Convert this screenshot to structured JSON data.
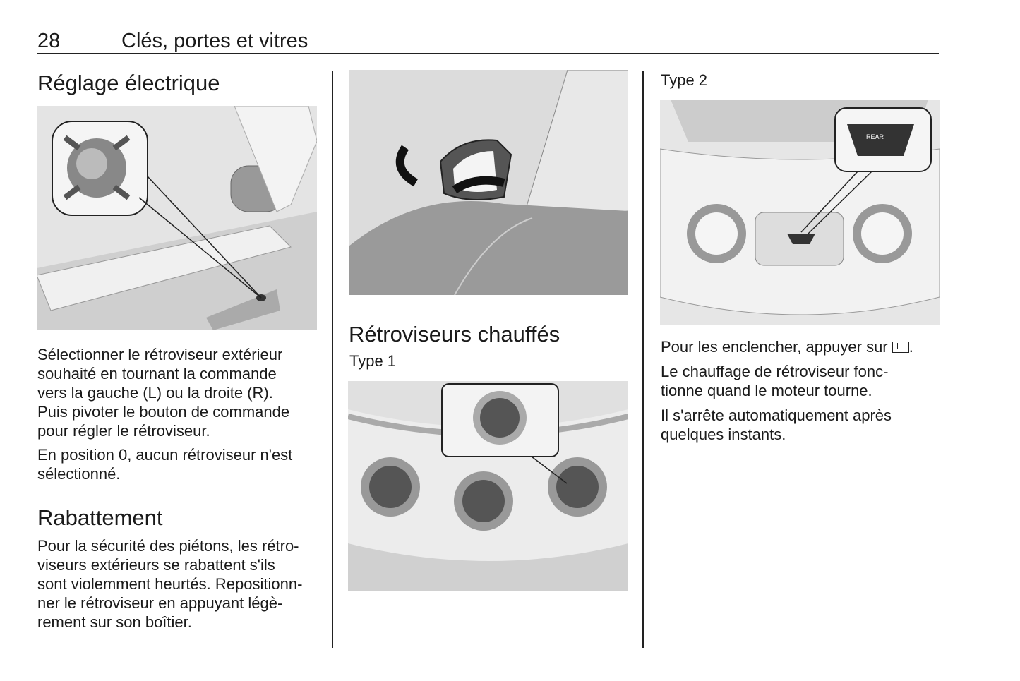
{
  "header": {
    "page_number": "28",
    "chapter_title": "Clés, portes et vitres"
  },
  "col1": {
    "heading1": "Réglage électrique",
    "para1": [
      "Sélectionner le rétroviseur extérieur",
      "souhaité en tournant la commande",
      "vers la gauche (L) ou la droite (R).",
      "Puis pivoter le bouton de commande",
      "pour régler le rétroviseur."
    ],
    "para2": [
      "En position 0, aucun rétroviseur n'est",
      "sélectionné."
    ],
    "heading2": "Rabattement",
    "para3": [
      "Pour la sécurité des piétons, les rétro-",
      "viseurs extérieurs se rabattent s'ils",
      "sont violemment heurtés. Repositionn-",
      "ner le rétroviseur en appuyant légè-",
      "rement sur son boîtier."
    ]
  },
  "col2": {
    "heading": "Rétroviseurs chauffés",
    "type1": "Type 1"
  },
  "col3": {
    "type2": "Type 2",
    "para1": [
      "Pour les enclencher, appuyer sur ࿰"
    ],
    "para1_text": "Pour les enclencher, appuyer sur",
    "para1_icon": "rear-defrost-icon",
    "para2": [
      "Le chauffage de rétroviseur fonc-",
      "tionne quand le moteur tourne."
    ],
    "para3": [
      "Il s'arrête automatiquement après",
      "quelques instants."
    ],
    "img_label": "REAR"
  }
}
